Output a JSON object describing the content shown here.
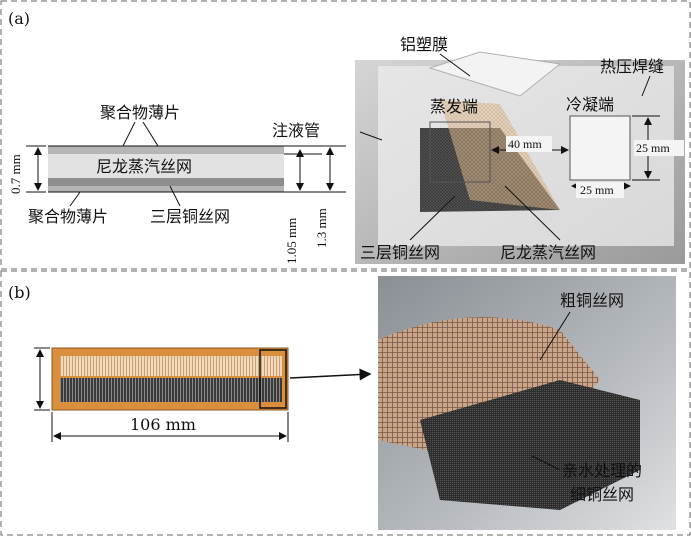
{
  "panels": {
    "a": {
      "tag": "(a)"
    },
    "b": {
      "tag": "(b)"
    }
  },
  "labels": {
    "polymer_top": "聚合物薄片",
    "nylon_layer": "尼龙蒸汽丝网",
    "polymer_bottom": "聚合物薄片",
    "three_copper_left": "三层铜丝网",
    "dim_07": "0.7 mm",
    "dim_105": "1.05 mm",
    "dim_13": "1.3 mm",
    "fill_tube": "注液管",
    "al_film": "铝塑膜",
    "heat_seal": "热压焊缝",
    "evaporator": "蒸发端",
    "condenser": "冷凝端",
    "dim_40": "40 mm",
    "dim_25_v": "25 mm",
    "dim_25_h": "25 mm",
    "three_copper_right": "三层铜丝网",
    "nylon_right": "尼龙蒸汽丝网",
    "dim_106": "106 mm",
    "coarse_mesh": "粗铜丝网",
    "hydrophilic_line1": "亲水处理的",
    "hydrophilic_line2": "细铜丝网"
  },
  "colors": {
    "polymer": "#b5b5b5",
    "nylon": "#d9d9d9",
    "copper_sheet": "#d98f3c",
    "dark_mesh": "#303030",
    "light_mesh": "#e8c9a1"
  }
}
